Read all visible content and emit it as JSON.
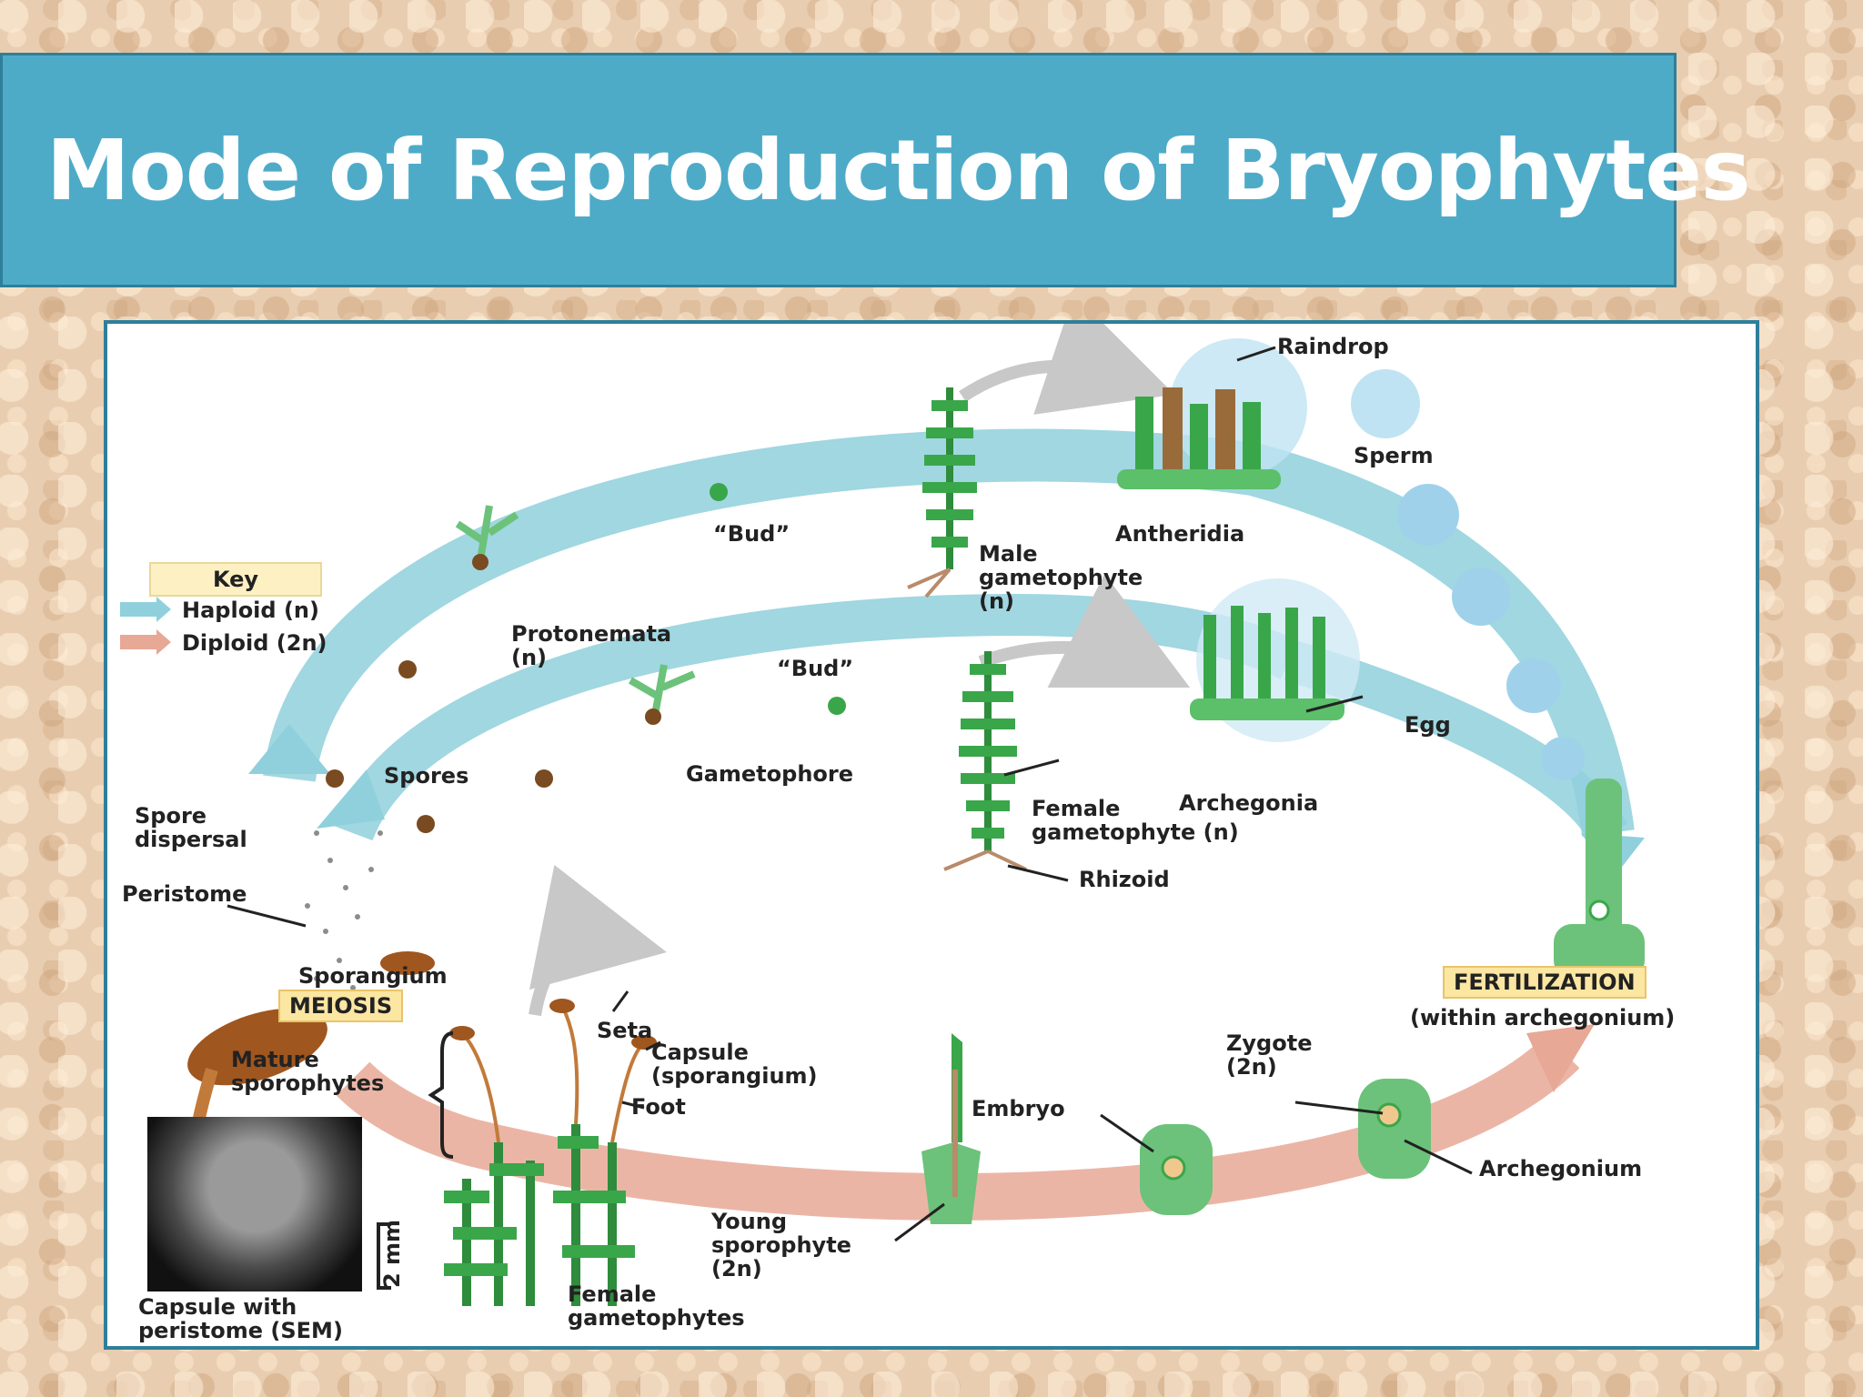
{
  "title": "Mode of Reproduction of Bryophytes",
  "key": {
    "heading": "Key",
    "haploid": "Haploid (n)",
    "diploid": "Diploid (2n)"
  },
  "colors": {
    "title_bar": "#4eabc8",
    "haploid": "#8fd0dc",
    "diploid": "#e7a896",
    "plant": "#3aa64a",
    "capsule": "#a0561f",
    "label_box": "#fbe6a2"
  },
  "labels": {
    "raindrop": "Raindrop",
    "sperm": "Sperm",
    "antheridia": "Antheridia",
    "bud_top": "“Bud”",
    "male_gametophyte": "Male\ngametophyte\n(n)",
    "protonemata": "Protonemata\n(n)",
    "bud_mid": "“Bud”",
    "egg": "Egg",
    "spores": "Spores",
    "gametophore": "Gametophore",
    "archegonia": "Archegonia",
    "female_gametophyte": "Female\ngametophyte (n)",
    "rhizoid": "Rhizoid",
    "spore_dispersal": "Spore\ndispersal",
    "peristome": "Peristome",
    "sporangium": "Sporangium",
    "meiosis": "MEIOSIS",
    "fertilization": "FERTILIZATION",
    "within_archegonium": "(within archegonium)",
    "seta": "Seta",
    "capsule": "Capsule\n(sporangium)",
    "foot": "Foot",
    "mature_sporophytes": "Mature\nsporophytes",
    "zygote": "Zygote\n(2n)",
    "embryo": "Embryo",
    "archegonium": "Archegonium",
    "young_sporophyte": "Young\nsporophyte\n(2n)",
    "female_gametophytes": "Female\ngametophytes",
    "capsule_sem": "Capsule with\nperistome (SEM)",
    "scale_bar": "2 mm"
  }
}
